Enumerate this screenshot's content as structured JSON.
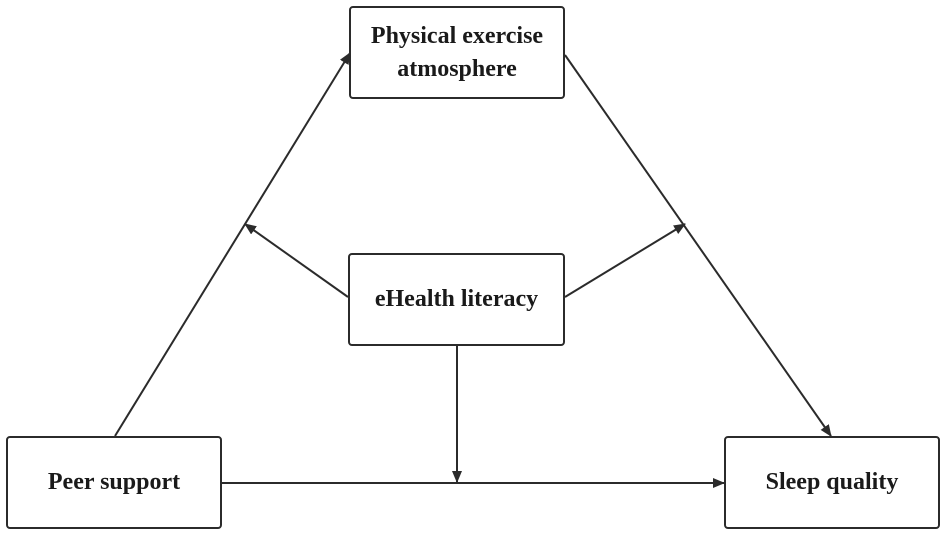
{
  "diagram": {
    "nodes": [
      {
        "id": "physical",
        "label_lines": [
          "Physical exercise",
          "atmosphere"
        ]
      },
      {
        "id": "ehealth",
        "label_lines": [
          "eHealth literacy"
        ]
      },
      {
        "id": "peer",
        "label_lines": [
          "Peer support"
        ]
      },
      {
        "id": "sleep",
        "label_lines": [
          "Sleep quality"
        ]
      }
    ],
    "edges": [
      {
        "from": "peer",
        "to": "physical",
        "kind": "path"
      },
      {
        "from": "physical",
        "to": "sleep",
        "kind": "path"
      },
      {
        "from": "peer",
        "to": "sleep",
        "kind": "path"
      },
      {
        "from": "ehealth",
        "to": "peer-physical-path",
        "kind": "moderation"
      },
      {
        "from": "ehealth",
        "to": "physical-sleep-path",
        "kind": "moderation"
      },
      {
        "from": "ehealth",
        "to": "peer-sleep-path",
        "kind": "moderation"
      }
    ],
    "colors": {
      "line": "#2b2b2b",
      "box_border": "#2b2b2b",
      "text": "#1a1a1a",
      "background": "#ffffff"
    }
  }
}
